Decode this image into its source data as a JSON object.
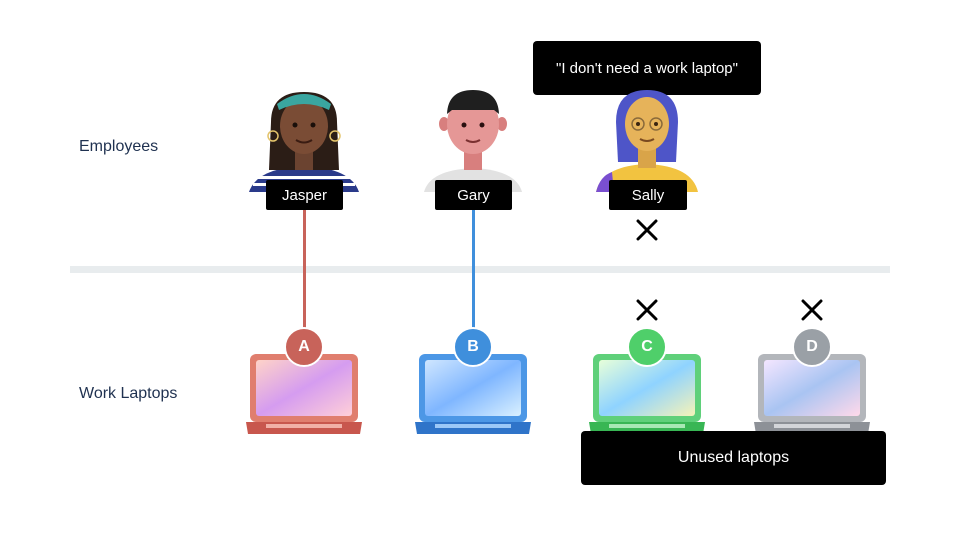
{
  "labels": {
    "employees": "Employees",
    "laptops": "Work Laptops"
  },
  "employees": [
    {
      "name": "Jasper",
      "color": "#c8635a"
    },
    {
      "name": "Gary",
      "color": "#3f8fdc"
    },
    {
      "name": "Sally",
      "color": "#f2c340"
    }
  ],
  "speech_bubble": "\"I don't need a work laptop\"",
  "laptops": [
    {
      "letter": "A",
      "color": "#c8635a"
    },
    {
      "letter": "B",
      "color": "#3f8fdc"
    },
    {
      "letter": "C",
      "color": "#4fcf6a"
    },
    {
      "letter": "D",
      "color": "#9aa0a6"
    }
  ],
  "unused_label": "Unused laptops",
  "icons": {
    "cross": "x-icon"
  }
}
